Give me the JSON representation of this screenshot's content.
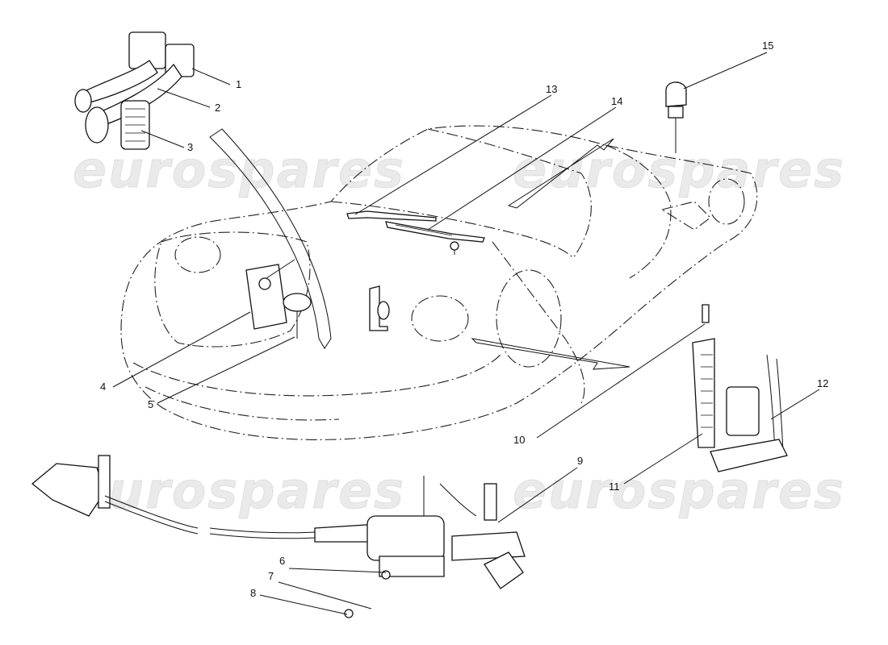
{
  "watermark": {
    "text": "eurospares"
  },
  "callouts": [
    "1",
    "2",
    "3",
    "4",
    "5",
    "6",
    "7",
    "8",
    "9",
    "10",
    "11",
    "12",
    "13",
    "14",
    "15"
  ]
}
